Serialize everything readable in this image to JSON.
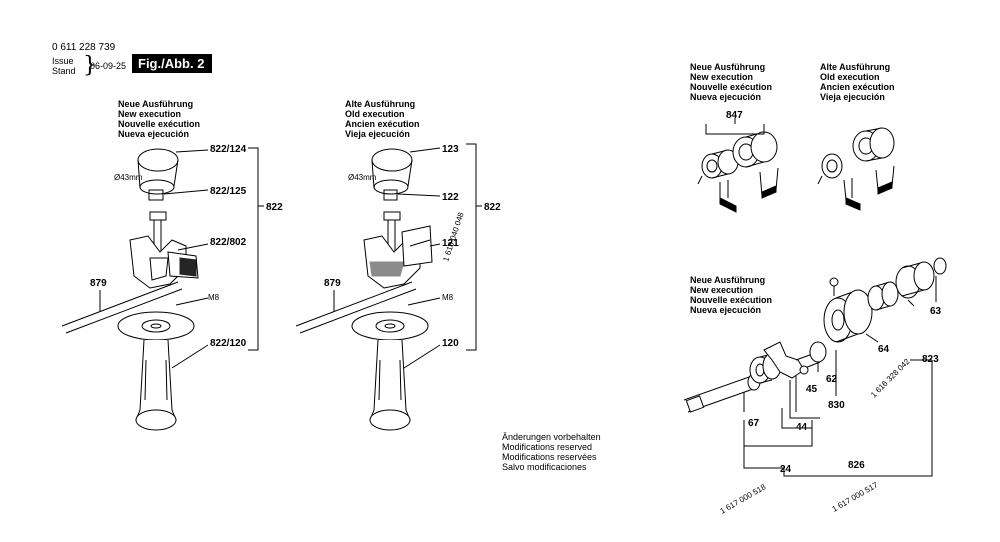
{
  "header": {
    "doc_number": "0 611 228 739",
    "issue_label": "Issue",
    "stand_label": "Stand",
    "issue_date": "06-09-25",
    "figure_label": "Fig./Abb. 2"
  },
  "headings": {
    "new_execution": [
      "Neue Ausführung",
      "New execution",
      "Nouvelle exécution",
      "Nueva ejecución"
    ],
    "old_execution": [
      "Alte Ausführung",
      "Old execution",
      "Ancien exécution",
      "Vieja ejecución"
    ]
  },
  "modifications_note": [
    "Änderungen vorbehalten",
    "Modifications reserved",
    "Modifications reservées",
    "Salvo modificaciones"
  ],
  "parts": {
    "p822_124": "822/124",
    "p822_125": "822/125",
    "p822_802": "822/802",
    "p822_120": "822/120",
    "p822": "822",
    "p879": "879",
    "m8": "M8",
    "d43": "Ø43mm",
    "p123": "123",
    "p122": "122",
    "p121": "121",
    "p120": "120",
    "code_040048": "1 618 040 048",
    "p847": "847",
    "p63": "63",
    "p64": "64",
    "p62": "62",
    "p45": "45",
    "p830": "830",
    "p67": "67",
    "p44": "44",
    "p24": "24",
    "p826": "826",
    "p823": "823",
    "code_328042": "1 616 328 042",
    "code_000518": "1 617 000 518",
    "code_000517": "1 617 000 517"
  },
  "icons": [
    "handle-assembly-drawing",
    "gear-shaft-drawing",
    "bearing-sleeve-drawing"
  ]
}
